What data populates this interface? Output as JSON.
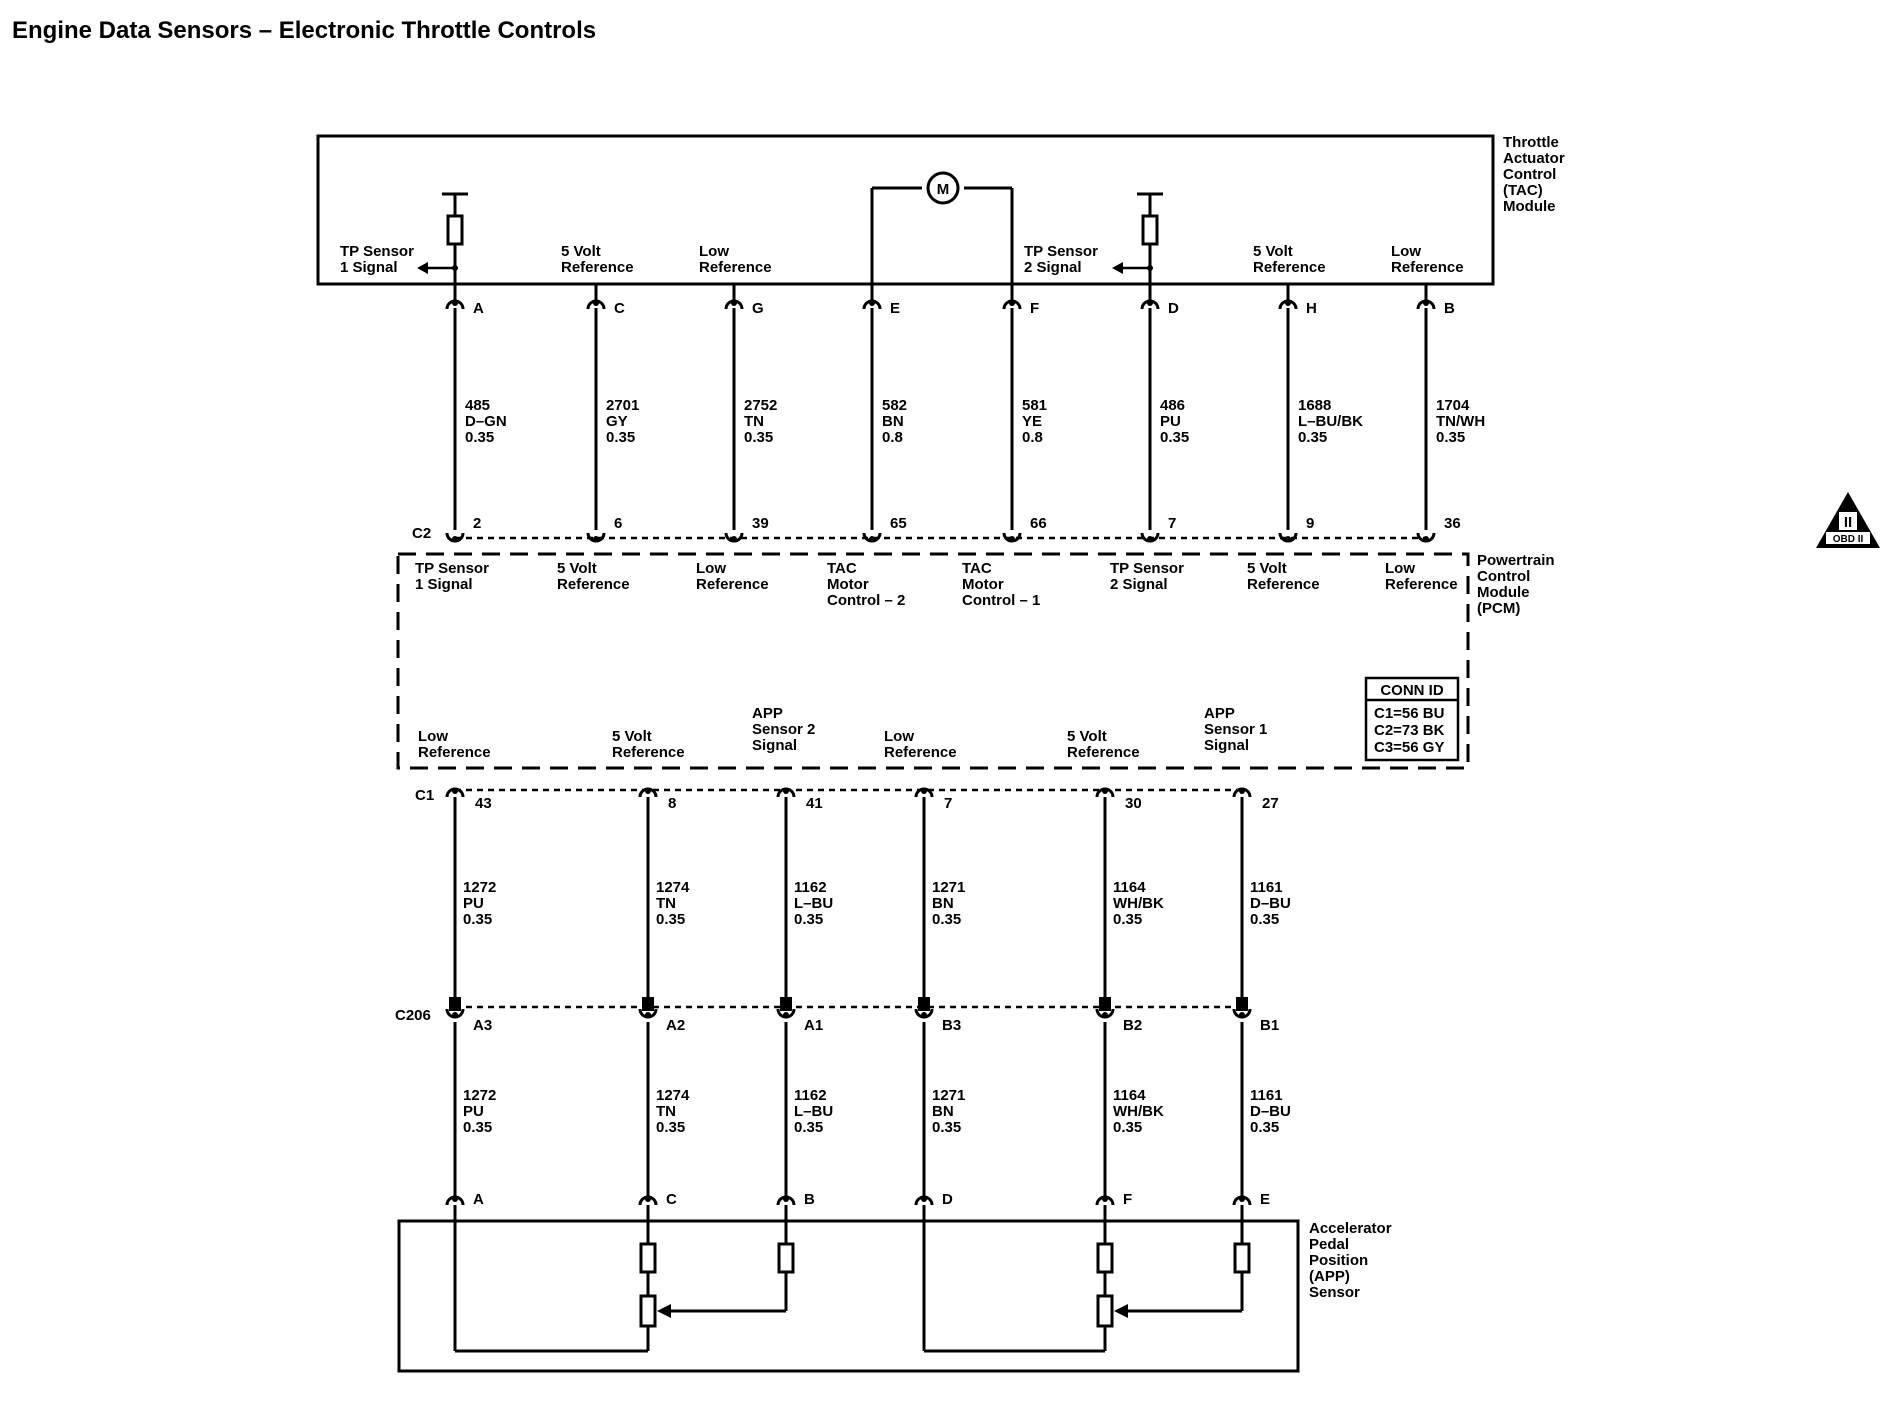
{
  "title": "Engine Data Sensors – Electronic Throttle Controls",
  "motor_symbol": "M",
  "tac_module": {
    "name_lines": [
      "Throttle",
      "Actuator",
      "Control",
      "(TAC)",
      "Module"
    ],
    "pins": [
      {
        "pin": "A",
        "label": [
          "TP Sensor",
          "1 Signal"
        ],
        "arrow": true
      },
      {
        "pin": "C",
        "label": [
          "5 Volt",
          "Reference"
        ]
      },
      {
        "pin": "G",
        "label": [
          "Low",
          "Reference"
        ]
      },
      {
        "pin": "E",
        "label": []
      },
      {
        "pin": "F",
        "label": []
      },
      {
        "pin": "D",
        "label": [
          "TP Sensor",
          "2 Signal"
        ],
        "arrow": true
      },
      {
        "pin": "H",
        "label": [
          "5 Volt",
          "Reference"
        ]
      },
      {
        "pin": "B",
        "label": [
          "Low",
          "Reference"
        ]
      }
    ]
  },
  "tac_wires": [
    [
      "485",
      "D–GN",
      "0.35"
    ],
    [
      "2701",
      "GY",
      "0.35"
    ],
    [
      "2752",
      "TN",
      "0.35"
    ],
    [
      "582",
      "BN",
      "0.8"
    ],
    [
      "581",
      "YE",
      "0.8"
    ],
    [
      "486",
      "PU",
      "0.35"
    ],
    [
      "1688",
      "L–BU/BK",
      "0.35"
    ],
    [
      "1704",
      "TN/WH",
      "0.35"
    ]
  ],
  "pcm": {
    "name_lines": [
      "Powertrain",
      "Control",
      "Module",
      "(PCM)"
    ],
    "c2": {
      "connector": "C2",
      "pins": [
        "2",
        "6",
        "39",
        "65",
        "66",
        "7",
        "9",
        "36"
      ],
      "labels": [
        [
          "TP Sensor",
          "1 Signal"
        ],
        [
          "5 Volt",
          "Reference"
        ],
        [
          "Low",
          "Reference"
        ],
        [
          "TAC",
          "Motor",
          "Control – 2"
        ],
        [
          "TAC",
          "Motor",
          "Control – 1"
        ],
        [
          "TP Sensor",
          "2 Signal"
        ],
        [
          "5 Volt",
          "Reference"
        ],
        [
          "Low",
          "Reference"
        ]
      ]
    },
    "c1": {
      "connector": "C1",
      "pins": [
        "43",
        "8",
        "41",
        "7",
        "30",
        "27"
      ],
      "labels": [
        [
          "Low",
          "Reference"
        ],
        [
          "5 Volt",
          "Reference"
        ],
        [
          "APP",
          "Sensor 2",
          "Signal"
        ],
        [
          "Low",
          "Reference"
        ],
        [
          "5 Volt",
          "Reference"
        ],
        [
          "APP",
          "Sensor 1",
          "Signal"
        ]
      ]
    },
    "conn_id": {
      "header": "CONN ID",
      "rows": [
        "C1=56 BU",
        "C2=73 BK",
        "C3=56 GY"
      ]
    }
  },
  "c1_wires": [
    [
      "1272",
      "PU",
      "0.35"
    ],
    [
      "1274",
      "TN",
      "0.35"
    ],
    [
      "1162",
      "L–BU",
      "0.35"
    ],
    [
      "1271",
      "BN",
      "0.35"
    ],
    [
      "1164",
      "WH/BK",
      "0.35"
    ],
    [
      "1161",
      "D–BU",
      "0.35"
    ]
  ],
  "c206": {
    "connector": "C206",
    "pins": [
      "A3",
      "A2",
      "A1",
      "B3",
      "B2",
      "B1"
    ]
  },
  "c206_wires": [
    [
      "1272",
      "PU",
      "0.35"
    ],
    [
      "1274",
      "TN",
      "0.35"
    ],
    [
      "1162",
      "L–BU",
      "0.35"
    ],
    [
      "1271",
      "BN",
      "0.35"
    ],
    [
      "1164",
      "WH/BK",
      "0.35"
    ],
    [
      "1161",
      "D–BU",
      "0.35"
    ]
  ],
  "app_sensor": {
    "name_lines": [
      "Accelerator",
      "Pedal",
      "Position",
      "(APP)",
      "Sensor"
    ],
    "pins": [
      "A",
      "C",
      "B",
      "D",
      "F",
      "E"
    ]
  },
  "obd_badge": {
    "numeral": "II",
    "label": "OBD II"
  }
}
